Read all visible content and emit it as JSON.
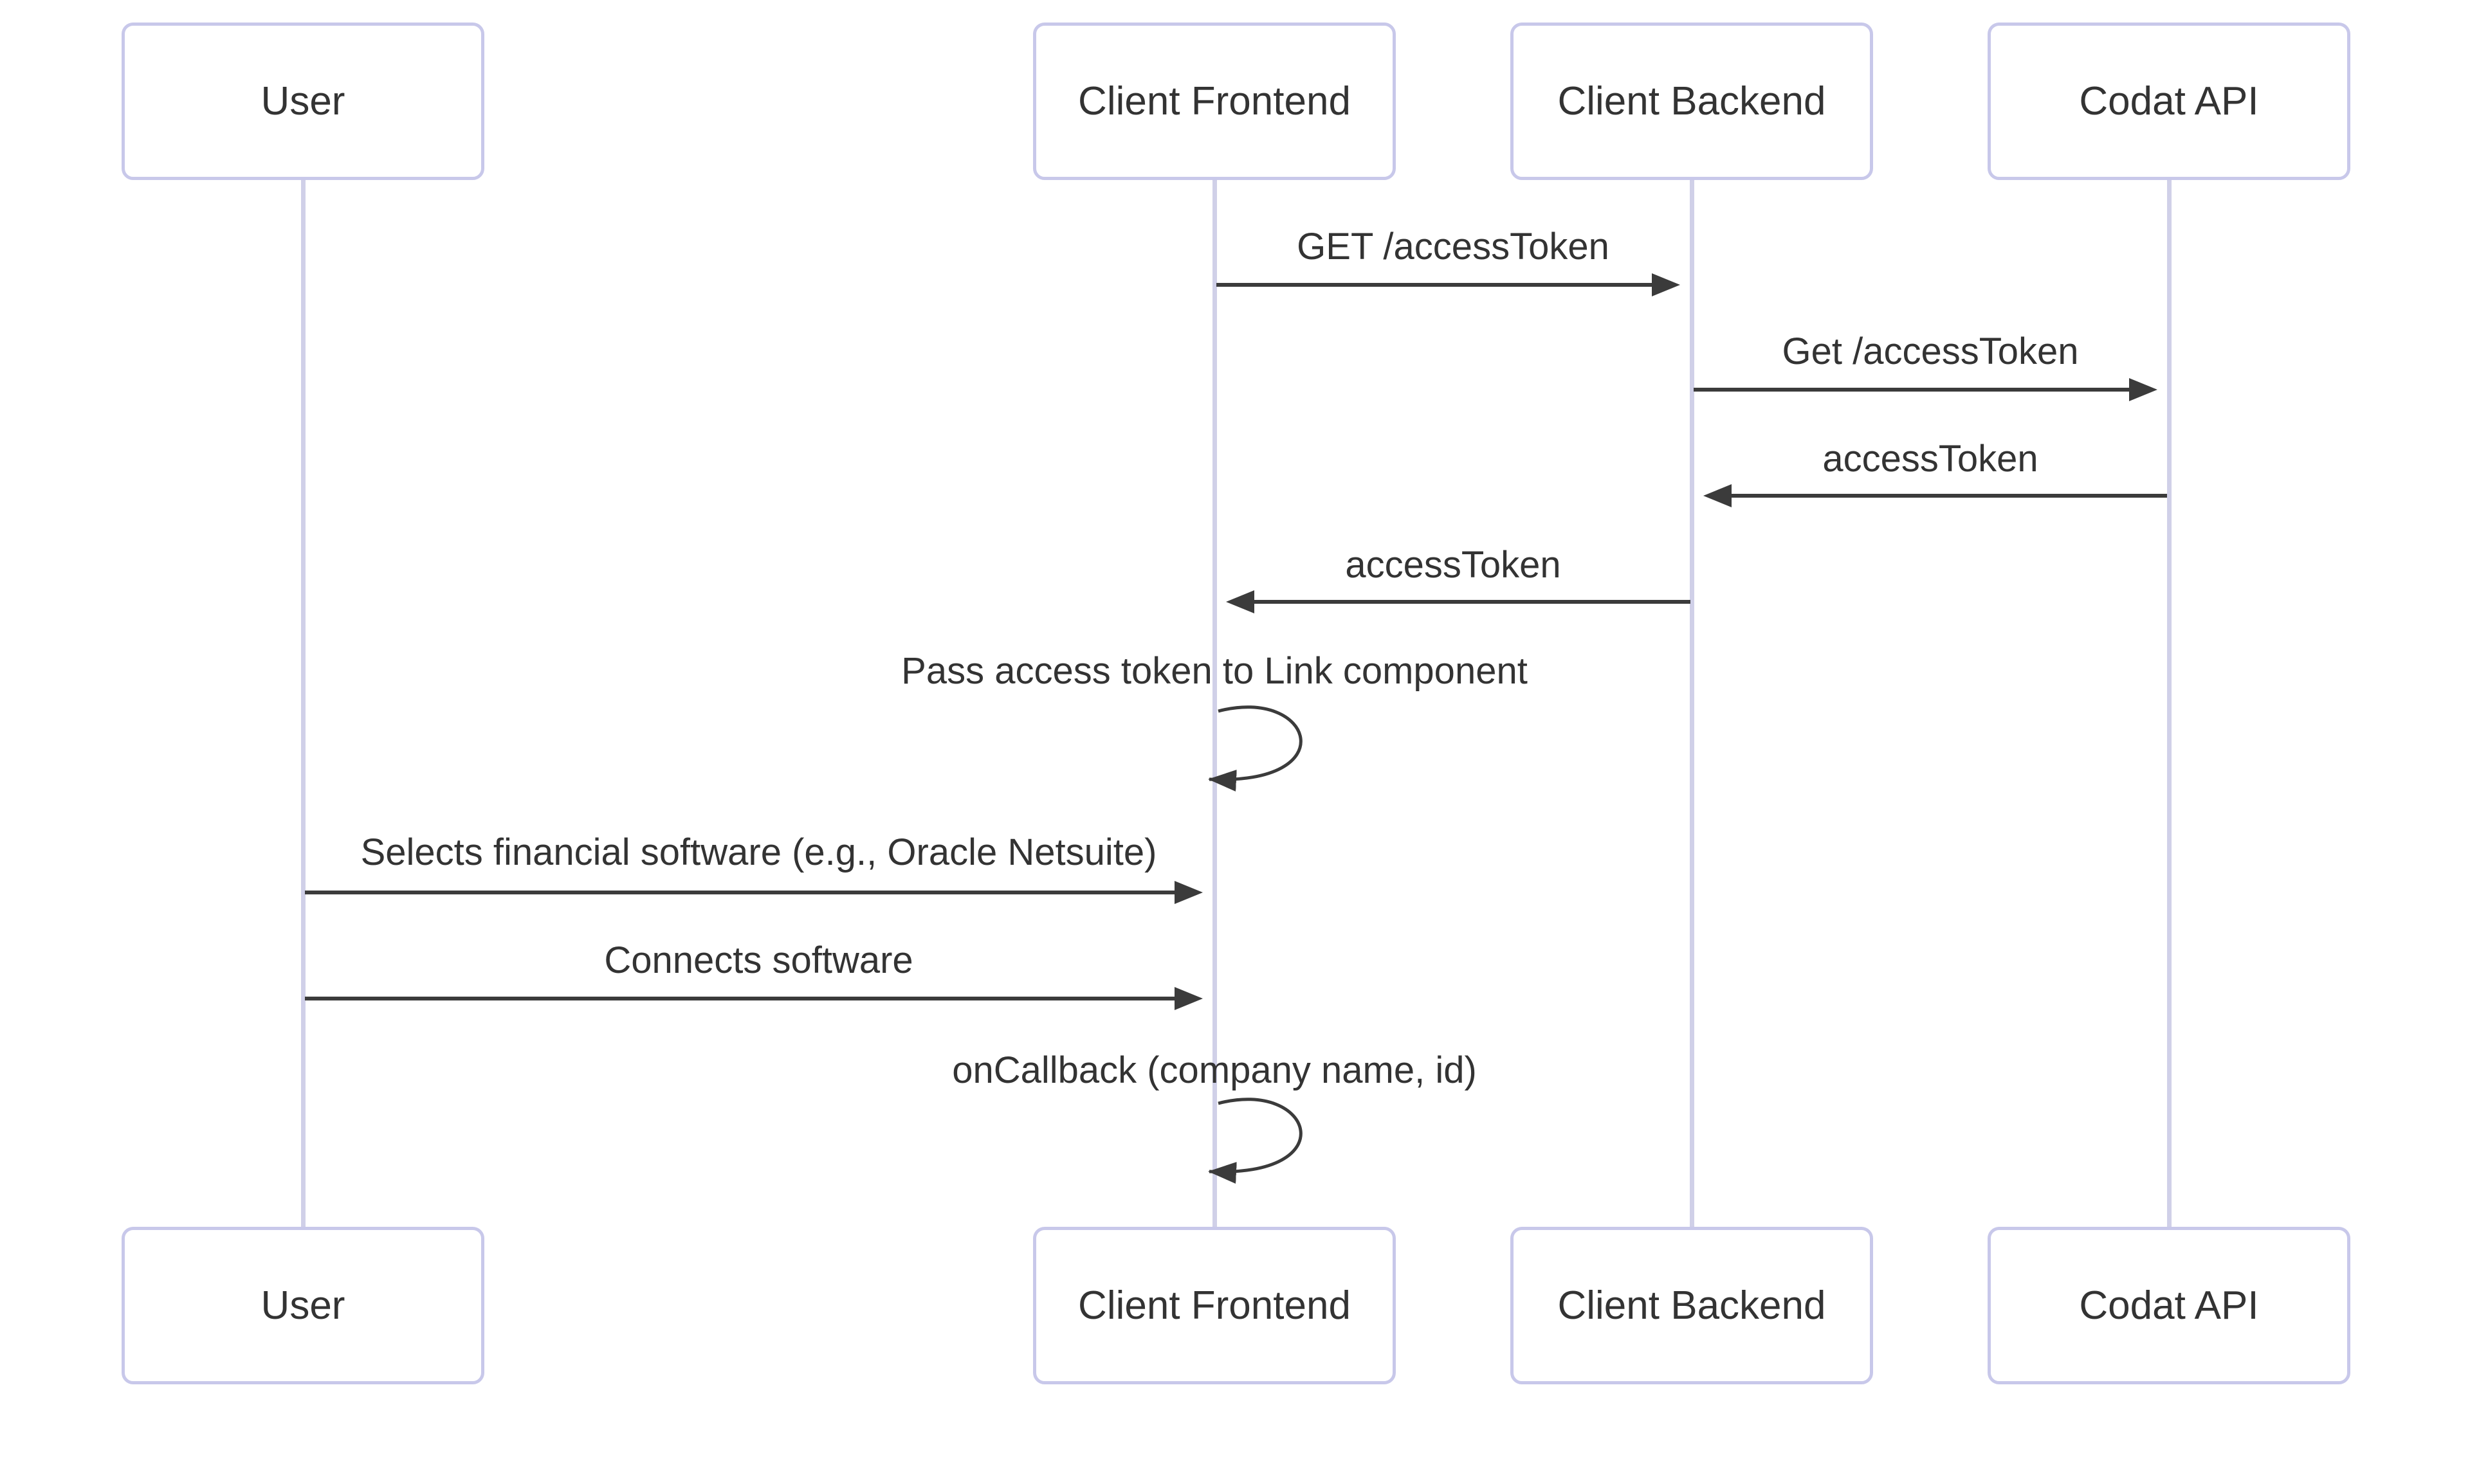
{
  "diagram": {
    "type": "sequence-diagram",
    "background": "#ffffff",
    "colors": {
      "actor_border": "#c8c8ea",
      "actor_fill": "#ffffff",
      "lifeline": "#d0d0e8",
      "arrow": "#3b3b3b",
      "text": "#333333"
    },
    "actors": [
      {
        "name": "User"
      },
      {
        "name": "Client Frontend"
      },
      {
        "name": "Client Backend"
      },
      {
        "name": "Codat API"
      }
    ],
    "messages": [
      {
        "from": "Client Frontend",
        "to": "Client Backend",
        "label": "GET /accessToken",
        "kind": "solid-arrow-right"
      },
      {
        "from": "Client Backend",
        "to": "Codat API",
        "label": "Get /accessToken",
        "kind": "solid-arrow-right"
      },
      {
        "from": "Codat API",
        "to": "Client Backend",
        "label": "accessToken",
        "kind": "solid-arrow-left"
      },
      {
        "from": "Client Backend",
        "to": "Client Frontend",
        "label": "accessToken",
        "kind": "solid-arrow-left"
      },
      {
        "from": "Client Frontend",
        "to": "Client Frontend",
        "label": "Pass access token to Link component",
        "kind": "self-loop"
      },
      {
        "from": "User",
        "to": "Client Frontend",
        "label": "Selects financial software (e.g., Oracle Netsuite)",
        "kind": "solid-arrow-right"
      },
      {
        "from": "User",
        "to": "Client Frontend",
        "label": "Connects software",
        "kind": "solid-arrow-right"
      },
      {
        "from": "Client Frontend",
        "to": "Client Frontend",
        "label": "onCallback (company name, id)",
        "kind": "self-loop"
      }
    ]
  }
}
